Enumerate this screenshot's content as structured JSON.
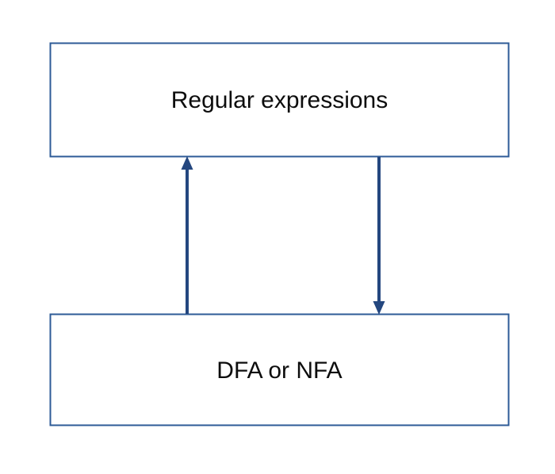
{
  "diagram": {
    "nodes": {
      "top": {
        "label": "Regular expressions"
      },
      "bottom": {
        "label": "DFA or NFA"
      }
    },
    "arrows": [
      {
        "name": "up-arrow",
        "direction": "up",
        "from": "DFA or NFA",
        "to": "Regular expressions"
      },
      {
        "name": "down-arrow",
        "direction": "down",
        "from": "Regular expressions",
        "to": "DFA or NFA"
      }
    ]
  },
  "colors": {
    "background": "#ffffff",
    "box_border": "#2e5b97",
    "box_fill": "#ffffff",
    "arrow": "#24477f",
    "text": "#0d0d0d"
  }
}
